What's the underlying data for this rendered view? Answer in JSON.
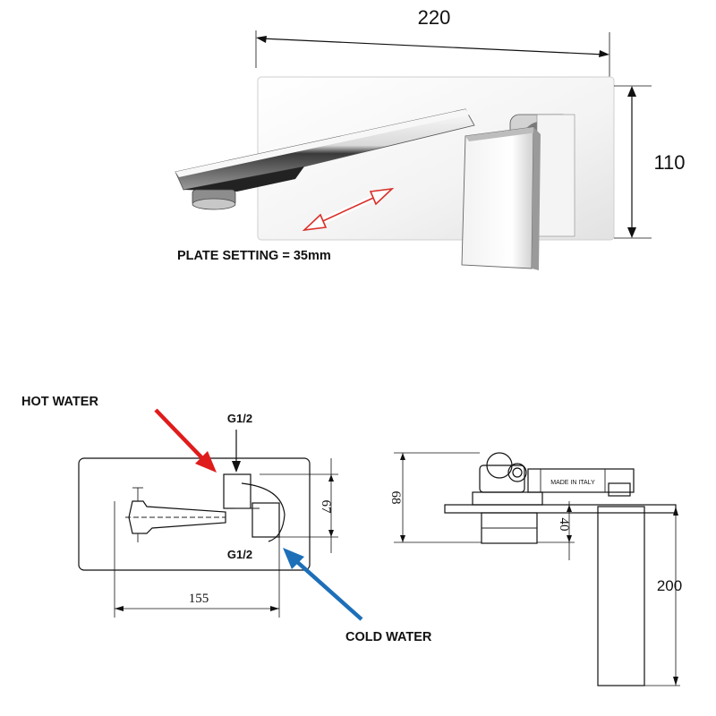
{
  "top_view": {
    "width_dimension": "220",
    "height_dimension": "110",
    "plate_setting_note": "PLATE SETTING = 35mm"
  },
  "front_view": {
    "hot_water_label": "HOT WATER",
    "cold_water_label": "COLD WATER",
    "thread_top": "G1/2",
    "thread_bottom": "G1/2",
    "dimension_height": "67",
    "dimension_length": "155"
  },
  "side_view": {
    "dimension_overall": "68",
    "dimension_body": "40",
    "dimension_spout": "200",
    "body_engraving": "MADE IN ITALY"
  },
  "colors": {
    "hot_arrow": "#e01b1b",
    "cold_arrow": "#1d6fb8",
    "plate_arrow": "#d9302a"
  }
}
